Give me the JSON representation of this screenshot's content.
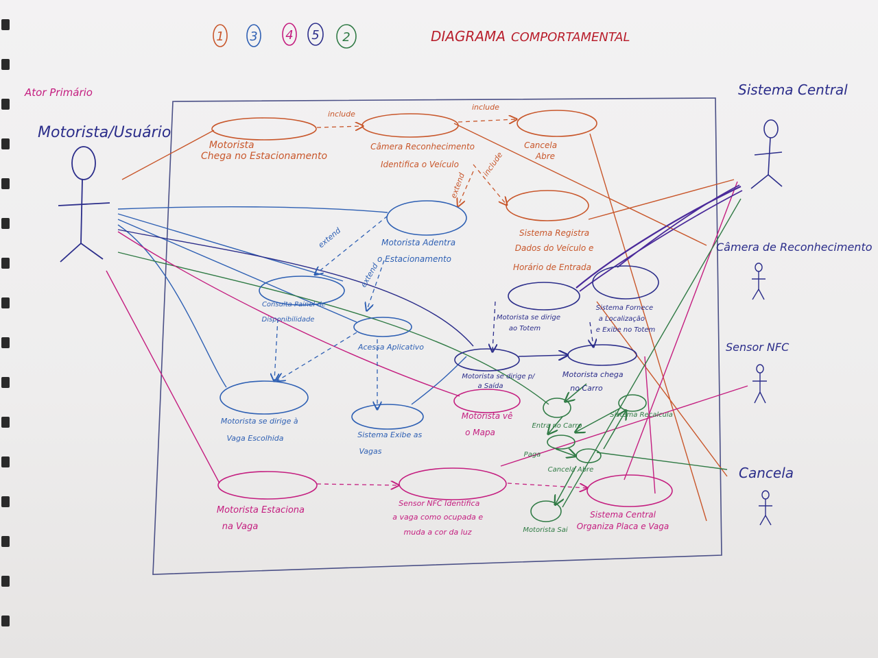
{
  "header": {
    "numbers": [
      "1",
      "3",
      "4",
      "5",
      "2"
    ],
    "title": "DIAGRAMA",
    "subtitle": "COMPORTAMENTAL"
  },
  "actors": {
    "primary_label": "Ator Primário",
    "primary": "Motorista/Usuário",
    "central": "Sistema Central",
    "camera": "Câmera de Reconhecimento",
    "nfc": "Sensor NFC",
    "gate": "Cancela"
  },
  "relations": {
    "include_1": "include",
    "include_2": "include",
    "include_3": "include",
    "extend_1": "extend",
    "extend_2": "extend",
    "extend_3": "extend"
  },
  "use_cases": {
    "uc_arrive": [
      "Motorista",
      "Chega no Estacionamento"
    ],
    "uc_camera": [
      "Câmera Reconhecimento",
      "Identifica o Veículo"
    ],
    "uc_gate_open": [
      "Cancela",
      "Abre"
    ],
    "uc_register": [
      "Sistema Registra",
      "Dados do Veículo e",
      "Horário de Entrada"
    ],
    "uc_enter": [
      "Motorista Adentra",
      "o Estacionamento"
    ],
    "uc_panel": [
      "Consulta Painel de",
      "Disponibilidade"
    ],
    "uc_app": [
      "Acessa Aplicativo"
    ],
    "uc_go_spot": [
      "Motorista se dirige à",
      "Vaga Escolhida"
    ],
    "uc_show_spot": [
      "Sistema Exibe as",
      "Vagas"
    ],
    "uc_totem": [
      "Motorista se dirige",
      "ao Totem"
    ],
    "uc_fee": [
      "Sistema Fornece",
      "a Localização",
      "e Exibe no Totem"
    ],
    "uc_exit_dir": [
      "Motorista se dirige p/",
      "a Saída"
    ],
    "uc_at_car": [
      "Motorista chega",
      "no Carro"
    ],
    "uc_map": [
      "Motorista vê",
      "o Mapa"
    ],
    "uc_parks": [
      "Motorista Estaciona",
      "na Vaga"
    ],
    "uc_nfc": [
      "Sensor NFC Identifica",
      "a vaga como ocupada e",
      "muda a cor da luz"
    ],
    "uc_central": [
      "Sistema Central",
      "Organiza Placa e Vaga"
    ],
    "uc_small_1": [
      "Entra no Carro"
    ],
    "uc_small_2": [
      "Sistema Recalcula"
    ],
    "uc_small_3": [
      "Paga"
    ],
    "uc_small_4": [
      "Cancela Abre"
    ],
    "uc_small_5": [
      "Motorista Sai"
    ]
  },
  "colors": {
    "orange": "#c8562a",
    "blue": "#2d5fb3",
    "navy": "#2b2d8a",
    "purple": "#4a2a9a",
    "magenta": "#c41d7f",
    "green": "#2f7a44",
    "frame": "#4a4f86"
  }
}
